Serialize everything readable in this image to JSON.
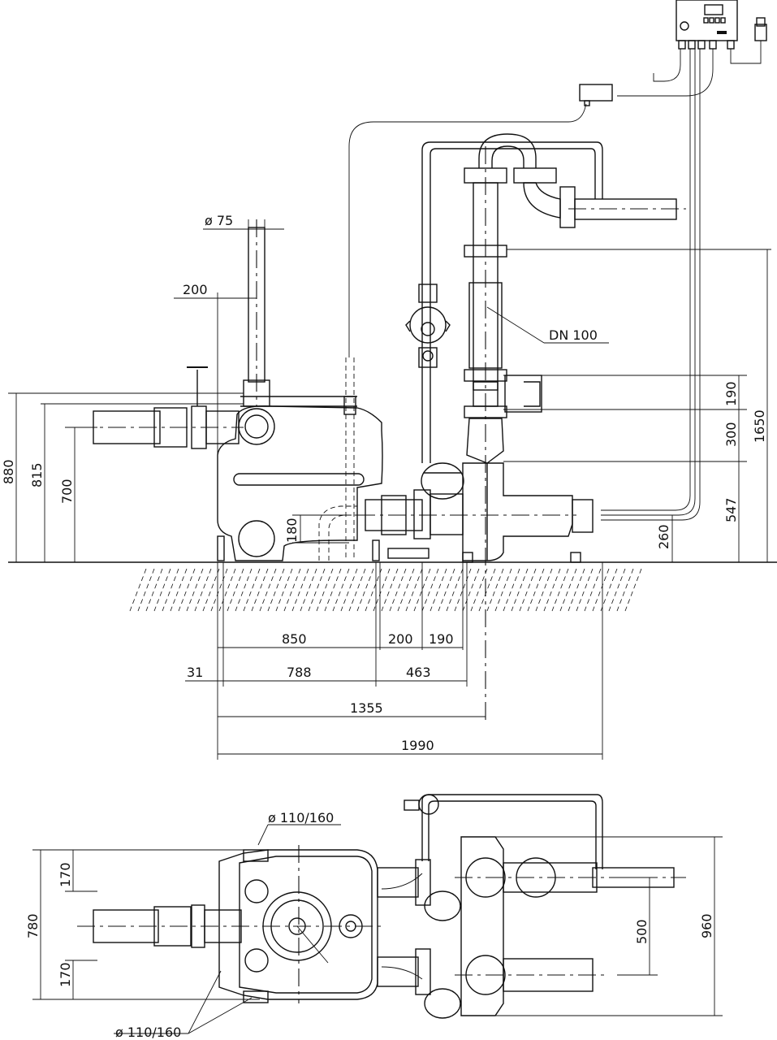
{
  "side_view": {
    "dims": {
      "pipe_diameter": "ø 75",
      "offset_200_top": "200",
      "dn_label": "DN 100",
      "h_880": "880",
      "h_815": "815",
      "h_700": "700",
      "h_180": "180",
      "h_190": "190",
      "h_300": "300",
      "h_1650": "1650",
      "h_547": "547",
      "h_260": "260",
      "w_850": "850",
      "w_200": "200",
      "w_190": "190",
      "w_31": "31",
      "w_788": "788",
      "w_463": "463",
      "w_1355": "1355",
      "w_1990": "1990"
    }
  },
  "top_view": {
    "dims": {
      "inlet_top": "ø 110/160",
      "inlet_bottom": "ø 110/160",
      "h_170_top": "170",
      "h_780": "780",
      "h_170_bottom": "170",
      "h_500": "500",
      "h_960": "960"
    }
  }
}
